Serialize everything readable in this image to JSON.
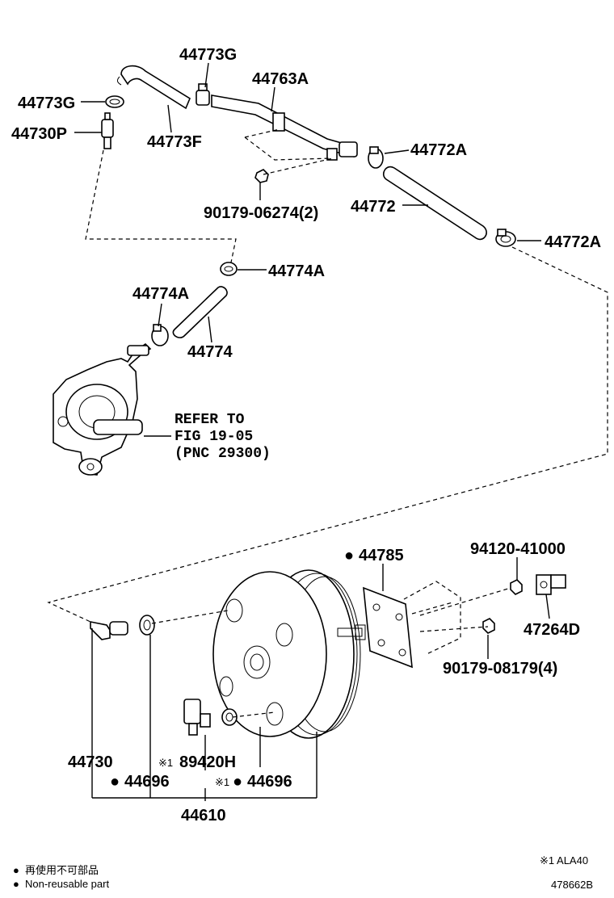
{
  "labels": {
    "p44773G_top": "44773G",
    "p44763A": "44763A",
    "p44773G_left": "44773G",
    "p44730P": "44730P",
    "p44773F": "44773F",
    "p44772A_upper": "44772A",
    "p90179_06274": "90179-06274(2)",
    "p44772": "44772",
    "p44772A_right": "44772A",
    "p44774A_upper": "44774A",
    "p44774A_left": "44774A",
    "p44774": "44774",
    "refer_line1": "REFER TO",
    "refer_line2": "FIG 19-05",
    "refer_line3": "(PNC 29300)",
    "p44785": "44785",
    "p94120_41000": "94120-41000",
    "p47264D": "47264D",
    "p90179_08179": "90179-08179(4)",
    "p44730": "44730",
    "p89420H": "89420H",
    "p44696_left": "44696",
    "p44696_right": "44696",
    "p44610": "44610"
  },
  "marks": {
    "note1": "※1",
    "nonreusable_dot": "●"
  },
  "footer": {
    "legend_cn": "再使用不可部品",
    "legend_en": "Non-reusable part",
    "note_ref": "※1 ALA40",
    "diagram_no": "478662B"
  }
}
